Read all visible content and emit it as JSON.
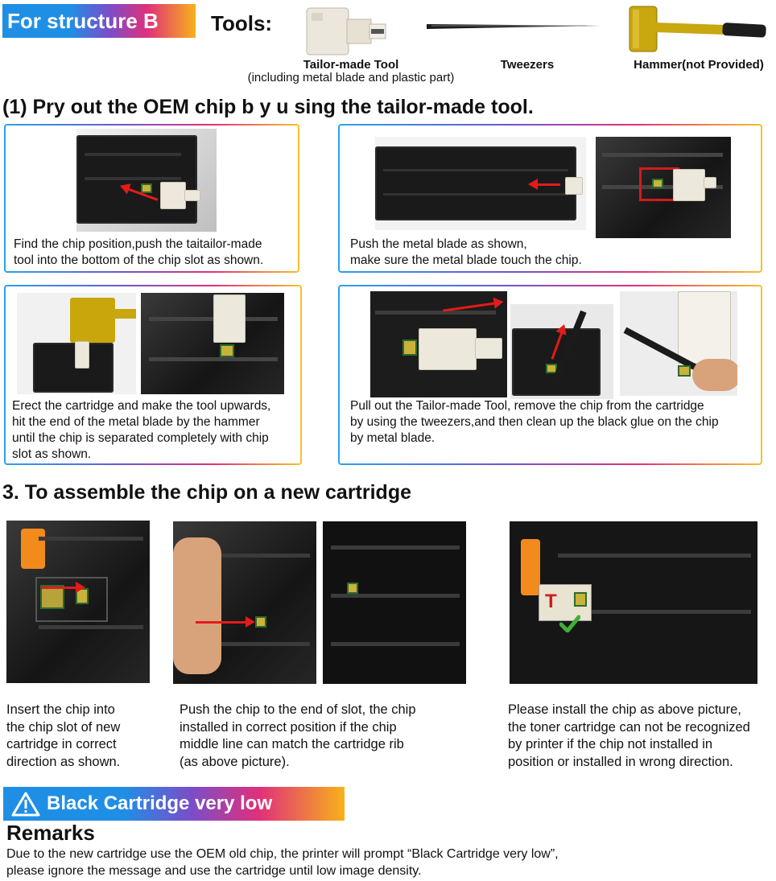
{
  "header": {
    "structure_label": "For structure B",
    "tools_label": "Tools:",
    "tools": [
      {
        "name": "Tailor-made Tool",
        "sub": "(including metal blade and plastic part)",
        "icon": "tailor-made-tool-icon"
      },
      {
        "name": "Tweezers",
        "icon": "tweezers-icon"
      },
      {
        "name": "Hammer(not Provided)",
        "icon": "hammer-icon"
      }
    ]
  },
  "section1": {
    "heading": "(1) Pry out the OEM chip b y u sing the tailor-made tool.",
    "steps": [
      {
        "text": "Find the chip position,push the taitailor-made\ntool into the bottom of the chip slot as shown."
      },
      {
        "text": "Push the metal blade as shown,\nmake sure the metal blade touch the chip."
      },
      {
        "text": "Erect the cartridge and make the tool upwards,\nhit the end of the metal blade by the hammer\nuntil the chip is separated completely with chip\nslot as shown."
      },
      {
        "text": "Pull out the Tailor-made Tool, remove the chip from the cartridge\nby using the tweezers,and then clean up the black glue on the chip\nby metal blade."
      }
    ]
  },
  "section3": {
    "heading": "3. To assemble the chip on a new cartridge",
    "captions": [
      "Insert the chip into\nthe chip slot of new\ncartridge in correct\ndirection as shown.",
      "Push the chip to the end of slot, the chip\ninstalled in correct position if the chip\nmiddle line can match the cartridge rib\n(as above picture).",
      "Please install the chip as above picture,\nthe toner cartridge can not be recognized\nby printer if the chip not installed in\nposition or installed in wrong direction."
    ],
    "chip_mark": "T"
  },
  "warning": {
    "icon": "warning-triangle-icon",
    "label": "Black Cartridge very low"
  },
  "remarks": {
    "title": "Remarks",
    "text": "Due to the new cartridge use the OEM old chip, the printer will prompt “Black Cartridge very low”,\nplease ignore the message and use the cartridge until low image density."
  },
  "colors": {
    "accent_blue": "#1f8fe5",
    "accent_pink": "#e0307a",
    "accent_yellow": "#f7b21a",
    "arrow_red": "#e21b1b"
  }
}
